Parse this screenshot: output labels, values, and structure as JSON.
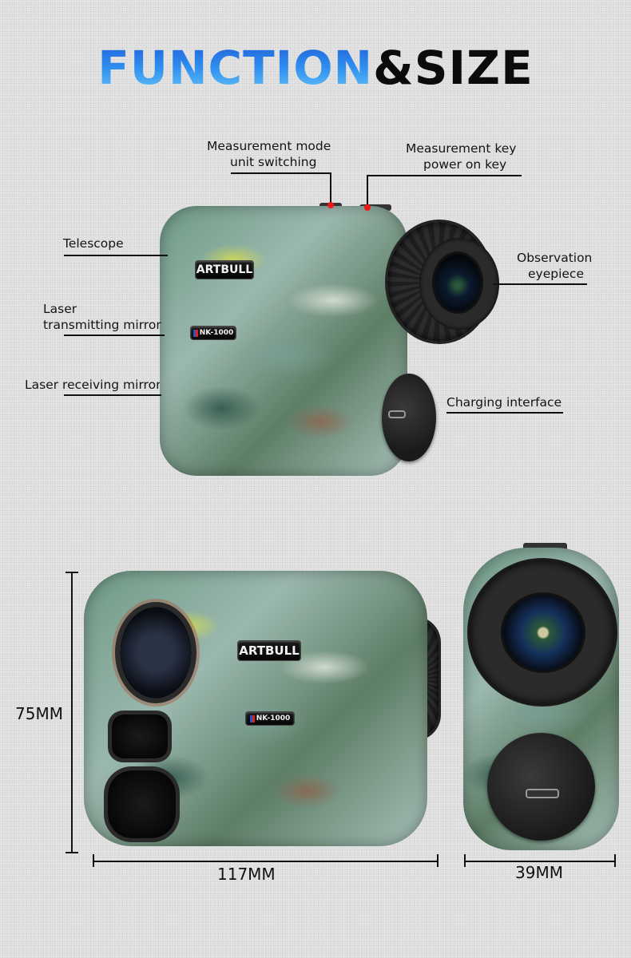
{
  "title": {
    "part1": "FUNCTION",
    "part2": "&SIZE",
    "gradient_top": "#1f5fd8",
    "gradient_bottom": "#6cc8f8",
    "part2_color": "#0b0b0b"
  },
  "callouts": {
    "mode_switch": {
      "line1": "Measurement mode",
      "line2": "unit switching"
    },
    "measure_key": {
      "line1": "Measurement key",
      "line2": "power on key"
    },
    "telescope": {
      "label": "Telescope"
    },
    "laser_tx": {
      "line1": "Laser",
      "line2": "transmitting mirror"
    },
    "laser_rx": {
      "label": "Laser receiving mirror"
    },
    "eyepiece": {
      "line1": "Observation",
      "line2": "eyepiece"
    },
    "charging": {
      "label": "Charging interface"
    },
    "marker_color": "#f01818"
  },
  "product": {
    "brand": "ARTBULL",
    "model": "NK-1000"
  },
  "dimensions": {
    "height": "75MM",
    "length": "117MM",
    "width": "39MM"
  }
}
